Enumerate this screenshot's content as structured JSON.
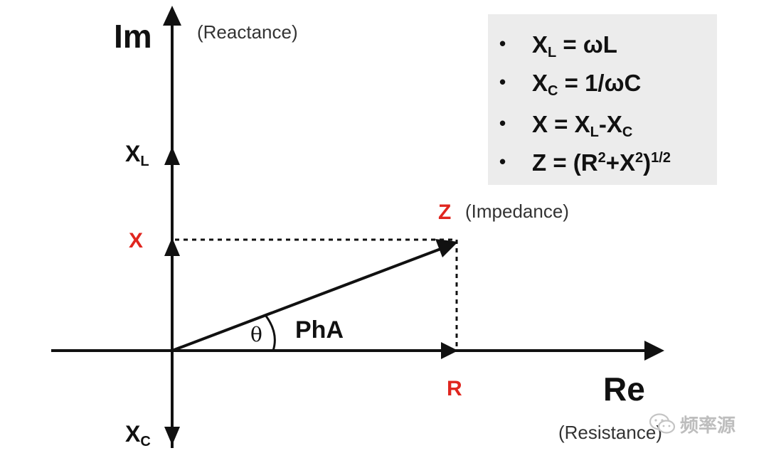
{
  "axes": {
    "imaginary_label": "Im",
    "imaginary_desc": "(Reactance)",
    "real_label": "Re",
    "real_desc": "(Resistance)"
  },
  "labels": {
    "xl_main": "X",
    "xl_sub": "L",
    "xc_main": "X",
    "xc_sub": "C",
    "x": "X",
    "r": "R",
    "z": "Z",
    "z_desc": "(Impedance)",
    "theta": "θ",
    "phase": "PhA"
  },
  "formulas": [
    {
      "bullet": "•",
      "parts": [
        "X",
        "L",
        " = ωL"
      ]
    },
    {
      "bullet": "•",
      "parts": [
        "X",
        "C",
        " = 1/ωC"
      ]
    },
    {
      "bullet": "•",
      "parts": [
        "X  = X",
        "L",
        "-X",
        "C"
      ]
    },
    {
      "bullet": "•",
      "parts": [
        "Z  = (R",
        "2",
        "+X",
        "2",
        ")",
        "1/2"
      ]
    }
  ],
  "watermark": {
    "text": "频率源",
    "icon": "wechat-icon"
  },
  "colors": {
    "accent": "#e0261f",
    "box": "#ececec",
    "axis": "#111111"
  }
}
